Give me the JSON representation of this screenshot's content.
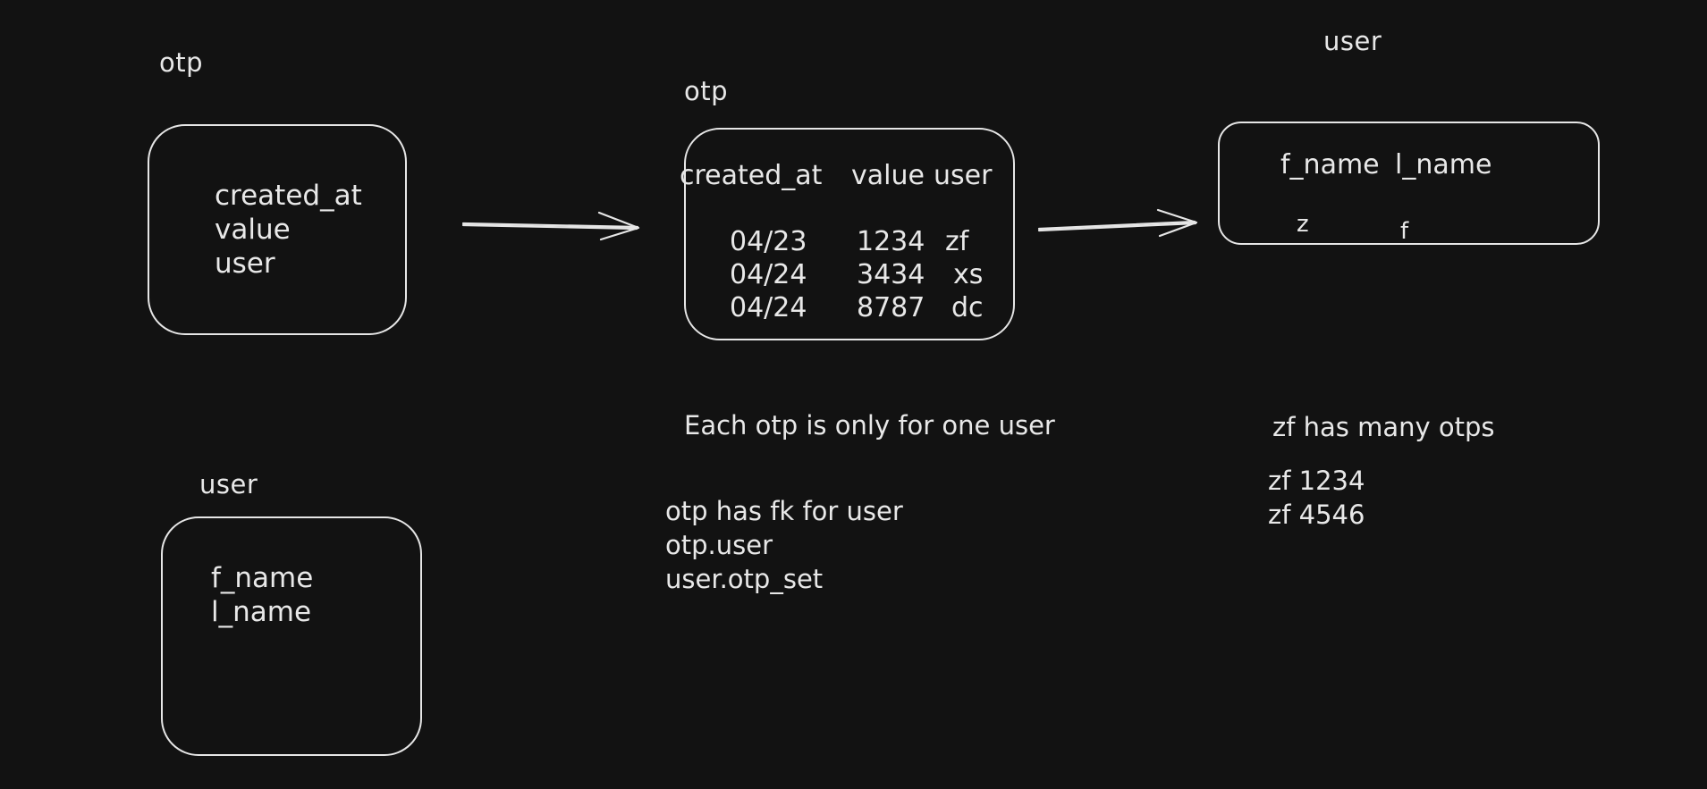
{
  "otp_schema": {
    "title": "otp",
    "fields": [
      "created_at",
      "value",
      "user"
    ]
  },
  "user_schema": {
    "title": "user",
    "fields": [
      "f_name",
      "l_name"
    ]
  },
  "otp_table": {
    "title": "otp",
    "headers": [
      "created_at",
      "value",
      "user"
    ],
    "rows": [
      [
        "04/23",
        "1234",
        "zf"
      ],
      [
        "04/24",
        "3434",
        "xs"
      ],
      [
        "04/24",
        "8787",
        "dc"
      ]
    ]
  },
  "user_table": {
    "title": "user",
    "headers": [
      "f_name",
      "l_name"
    ],
    "rows": [
      [
        "z",
        "f"
      ]
    ]
  },
  "notes": {
    "each_otp": "Each otp is only for one user",
    "fk_lines": [
      "otp has fk for user",
      "otp.user",
      "user.otp_set"
    ],
    "many_title": "zf has many otps",
    "many_lines": [
      "zf 1234",
      "zf 4546"
    ]
  },
  "colors": {
    "background": "#121212",
    "stroke": "#e6e6e6",
    "note_green": "#3faa4a"
  }
}
